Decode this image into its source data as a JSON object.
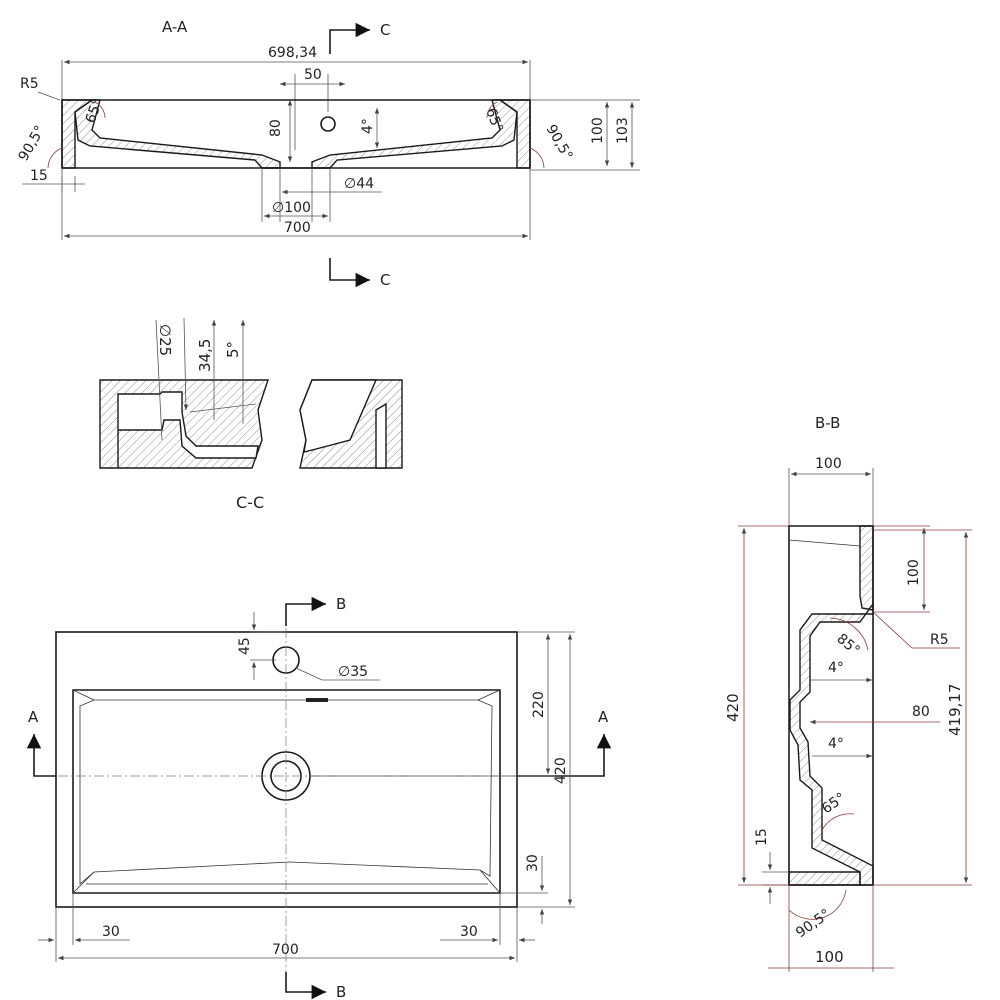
{
  "colors": {
    "line": "#1a1a1a",
    "dimension": "#555555",
    "dimension_alt": "#8a3a3a",
    "hatch": "#666666"
  },
  "section_aa": {
    "title": "A-A",
    "cut_label_top": "C",
    "cut_label_bottom": "C",
    "overall_top": "698,34",
    "overall_bottom": "700",
    "hole_offset": "50",
    "corner_radius": "R5",
    "angle_left": "65°",
    "angle_right": "65°",
    "angle_wall_left": "90,5°",
    "angle_wall_right": "90,5°",
    "depth_inner": "80",
    "slope": "4°",
    "height_100": "100",
    "height_103": "103",
    "bottom_thickness": "15",
    "drain_small": "∅44",
    "drain_large": "∅100"
  },
  "section_cc": {
    "title": "C-C",
    "hole_dia": "∅25",
    "hole_depth": "34,5",
    "angle": "5°"
  },
  "section_bb": {
    "title": "B-B",
    "width_top": "100",
    "width_bottom": "100",
    "rim_height": "100",
    "corner_radius": "R5",
    "angle_85": "85°",
    "slope_upper": "4°",
    "slope_lower": "4°",
    "depth": "80",
    "angle_65": "65°",
    "bottom_thickness": "15",
    "angle_wall": "90,5°",
    "total_height": "420",
    "total_height_precise": "419,17"
  },
  "plan_view": {
    "cut_label_b_top": "B",
    "cut_label_b_bottom": "B",
    "cut_label_a_left": "A",
    "cut_label_a_right": "A",
    "tap_offset": "45",
    "tap_dia": "∅35",
    "drain_offset": "220",
    "depth": "420",
    "rim_front": "30",
    "rim_left": "30",
    "rim_right": "30",
    "width": "700"
  }
}
